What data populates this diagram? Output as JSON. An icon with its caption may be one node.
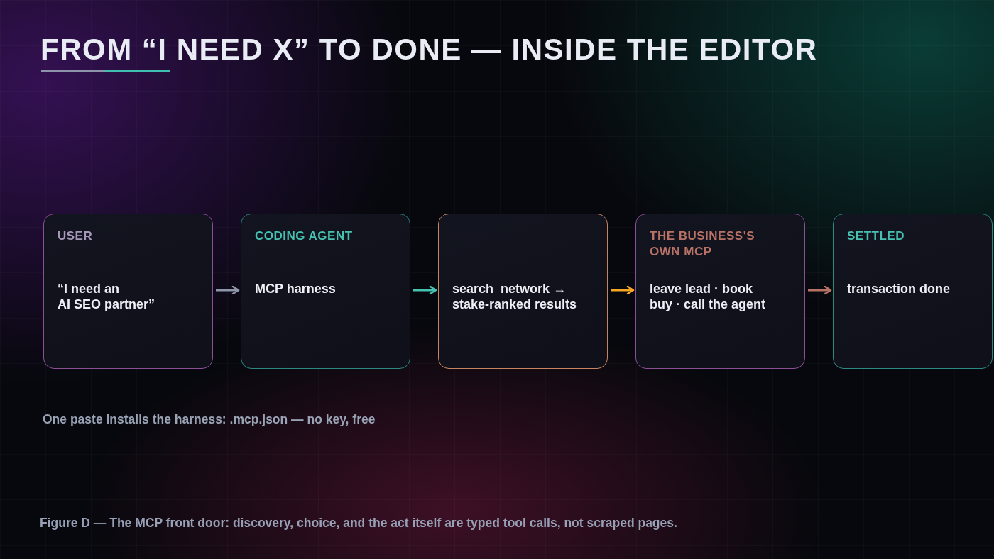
{
  "diagram": {
    "title": "FROM “I NEED X” TO DONE — INSIDE THE EDITOR",
    "caption": "Figure D — The MCP front door: discovery, choice, and the act itself are typed tool calls, not scraped pages.",
    "nodes": [
      {
        "text": [
          "USER",
          "“I need an AI SEO partner”"
        ]
      },
      {
        "text": [
          "CODING AGENT",
          "MCP harness"
        ]
      },
      {
        "text": [
          "search_network → stake-ranked results"
        ]
      },
      {
        "text": [
          "THE BUSINESS'S OWN MCP",
          "leave lead · book buy · call the agent"
        ]
      },
      {
        "text": [
          "SETTLED",
          "transaction done"
        ]
      }
    ],
    "edges": [
      {
        "from": 0,
        "to": 1,
        "arrow": "to",
        "color": "#8e96ab"
      },
      {
        "from": 1,
        "to": 2,
        "arrow": "to",
        "color": "#45c2b1"
      },
      {
        "from": 2,
        "to": 3,
        "arrow": "to",
        "color": "#f5a623"
      },
      {
        "from": 3,
        "to": 4,
        "arrow": "to",
        "color": "#b87265"
      }
    ],
    "labels": [
      "One paste installs the harness: .mcp.json — no key, free"
    ]
  }
}
